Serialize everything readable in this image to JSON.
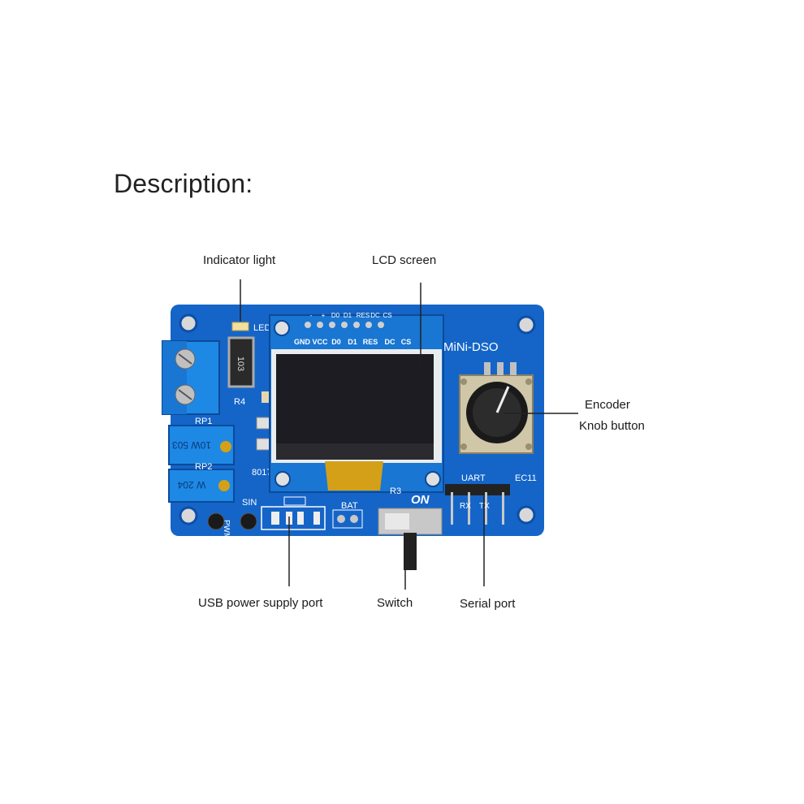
{
  "heading": "Description:",
  "callouts": {
    "indicator_light": "Indicator light",
    "lcd_screen": "LCD screen",
    "encoder_line1": "Encoder",
    "encoder_line2": "Knob button",
    "usb_power": "USB power supply port",
    "switch": "Switch",
    "serial_port": "Serial port"
  },
  "board": {
    "name": "MiNi-DSO",
    "led_label": "LED",
    "resistor_code": "103",
    "r4": "R4",
    "rp1": "RP1",
    "rp1_value": "10W 503",
    "rp2": "RP2",
    "rp2_value": "W 204",
    "chip": "8017",
    "r3": "R3",
    "on_label": "ON",
    "bat_label": "BAT",
    "sin_label": "SIN",
    "pwm_label": "PWM",
    "uart_label": "UART",
    "rx_label": "RX",
    "tx_label": "TX",
    "ec11_label": "EC11",
    "header_pins": [
      "GND",
      "VCC",
      "D0",
      "D1",
      "RES",
      "DC",
      "CS"
    ],
    "header_pins_top": [
      "-",
      "+",
      "D0",
      "D1",
      "RES",
      "DC",
      "CS"
    ]
  },
  "colors": {
    "pcb": "#1565c8",
    "pcb_dark": "#0d4ea6",
    "terminal": "#1e88e5",
    "screen": "#1c1c22",
    "gold": "#d4a017"
  }
}
